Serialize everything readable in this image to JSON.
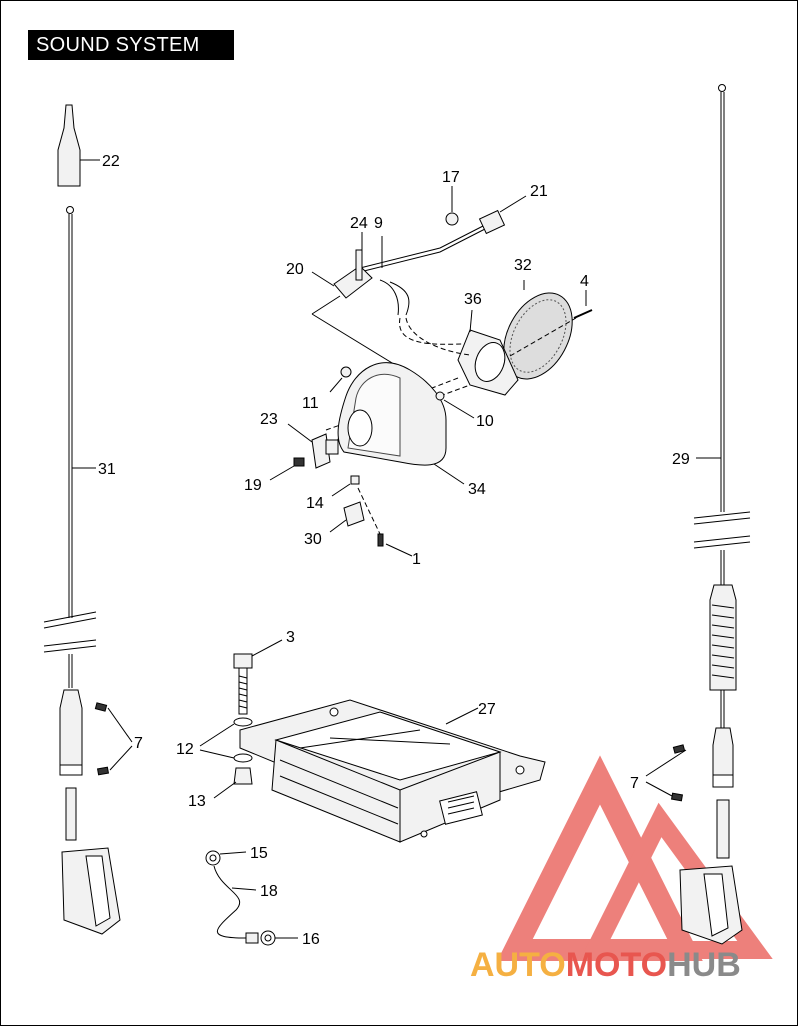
{
  "title": "SOUND SYSTEM",
  "callouts": {
    "c1": "1",
    "c3": "3",
    "c4": "4",
    "c7a": "7",
    "c7b": "7",
    "c9": "9",
    "c10": "10",
    "c11": "11",
    "c12": "12",
    "c13": "13",
    "c14": "14",
    "c15": "15",
    "c16": "16",
    "c17": "17",
    "c18": "18",
    "c19": "19",
    "c20": "20",
    "c21": "21",
    "c22": "22",
    "c23": "23",
    "c24": "24",
    "c27": "27",
    "c29": "29",
    "c30": "30",
    "c31": "31",
    "c32": "32",
    "c34": "34",
    "c36": "36"
  },
  "watermark": {
    "part1": "AUTO",
    "part2": "MOTO",
    "part3": "HUB",
    "color_orange": "#f5b042",
    "color_red": "#e8564f",
    "color_gray": "#8a8a8a"
  },
  "colors": {
    "ink": "#000000",
    "paper": "#ffffff"
  }
}
